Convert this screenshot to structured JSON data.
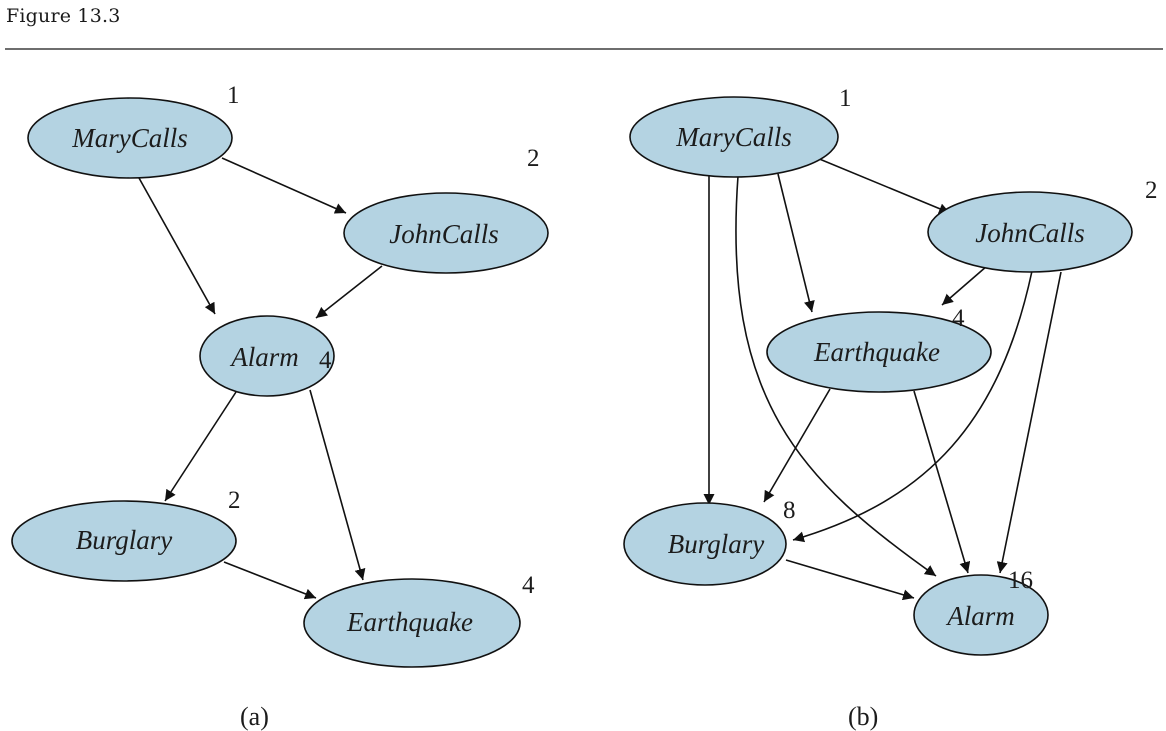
{
  "figure": {
    "title": "Figure 13.3"
  },
  "panels": [
    {
      "id": "a",
      "caption": "(a)",
      "nodes": [
        {
          "id": "MaryCalls",
          "label": "MaryCalls",
          "cost": "1"
        },
        {
          "id": "JohnCalls",
          "label": "JohnCalls",
          "cost": "2"
        },
        {
          "id": "Alarm",
          "label": "Alarm",
          "cost": "4"
        },
        {
          "id": "Burglary",
          "label": "Burglary",
          "cost": "2"
        },
        {
          "id": "Earthquake",
          "label": "Earthquake",
          "cost": "4"
        }
      ],
      "edges": [
        {
          "from": "MaryCalls",
          "to": "JohnCalls"
        },
        {
          "from": "MaryCalls",
          "to": "Alarm"
        },
        {
          "from": "JohnCalls",
          "to": "Alarm"
        },
        {
          "from": "Alarm",
          "to": "Burglary"
        },
        {
          "from": "Alarm",
          "to": "Earthquake"
        },
        {
          "from": "Burglary",
          "to": "Earthquake"
        }
      ]
    },
    {
      "id": "b",
      "caption": "(b)",
      "nodes": [
        {
          "id": "MaryCalls",
          "label": "MaryCalls",
          "cost": "1"
        },
        {
          "id": "JohnCalls",
          "label": "JohnCalls",
          "cost": "2"
        },
        {
          "id": "Earthquake",
          "label": "Earthquake",
          "cost": "4"
        },
        {
          "id": "Burglary",
          "label": "Burglary",
          "cost": "8"
        },
        {
          "id": "Alarm",
          "label": "Alarm",
          "cost": "16"
        }
      ],
      "edges": [
        {
          "from": "MaryCalls",
          "to": "JohnCalls"
        },
        {
          "from": "MaryCalls",
          "to": "Earthquake"
        },
        {
          "from": "MaryCalls",
          "to": "Burglary"
        },
        {
          "from": "MaryCalls",
          "to": "Alarm"
        },
        {
          "from": "JohnCalls",
          "to": "Earthquake"
        },
        {
          "from": "JohnCalls",
          "to": "Burglary"
        },
        {
          "from": "JohnCalls",
          "to": "Alarm"
        },
        {
          "from": "Earthquake",
          "to": "Burglary"
        },
        {
          "from": "Earthquake",
          "to": "Alarm"
        },
        {
          "from": "Burglary",
          "to": "Alarm"
        }
      ]
    }
  ],
  "colors": {
    "node_fill": "#b4d3e2",
    "node_stroke": "#111111",
    "edge": "#111111",
    "divider": "#6e6e6e"
  }
}
